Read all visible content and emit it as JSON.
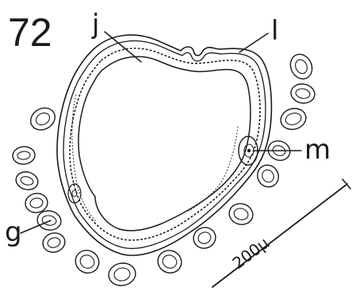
{
  "figure": {
    "number": "72",
    "labels": {
      "j": "j",
      "l": "l",
      "m": "m",
      "g": "g"
    },
    "scale_bar": "200μ"
  }
}
